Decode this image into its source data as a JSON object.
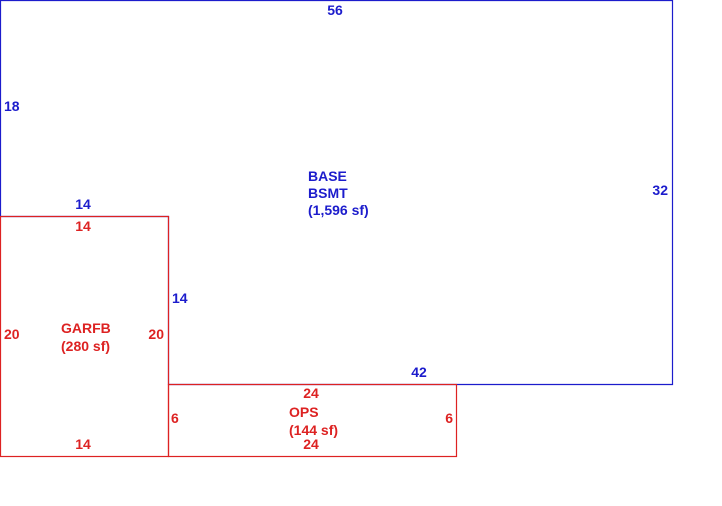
{
  "colors": {
    "basement": "#1c1ccc",
    "garage": "#dd2222",
    "porch": "#dd2222"
  },
  "areas": {
    "basement": {
      "name_line1": "BASE",
      "name_line2": "BSMT",
      "area": "(1,596 sf)",
      "dims": {
        "top": "56",
        "left": "18",
        "right": "32",
        "garage_top": "14",
        "garage_side": "14",
        "porch_top": "42"
      }
    },
    "garage": {
      "name": "GARFB",
      "area": "(280 sf)",
      "dims": {
        "top": "14",
        "left": "20",
        "right": "20",
        "bottom": "14"
      }
    },
    "porch": {
      "name": "OPS",
      "area": "(144 sf)",
      "dims": {
        "top": "24",
        "left": "6",
        "right": "6",
        "bottom": "24"
      }
    }
  }
}
